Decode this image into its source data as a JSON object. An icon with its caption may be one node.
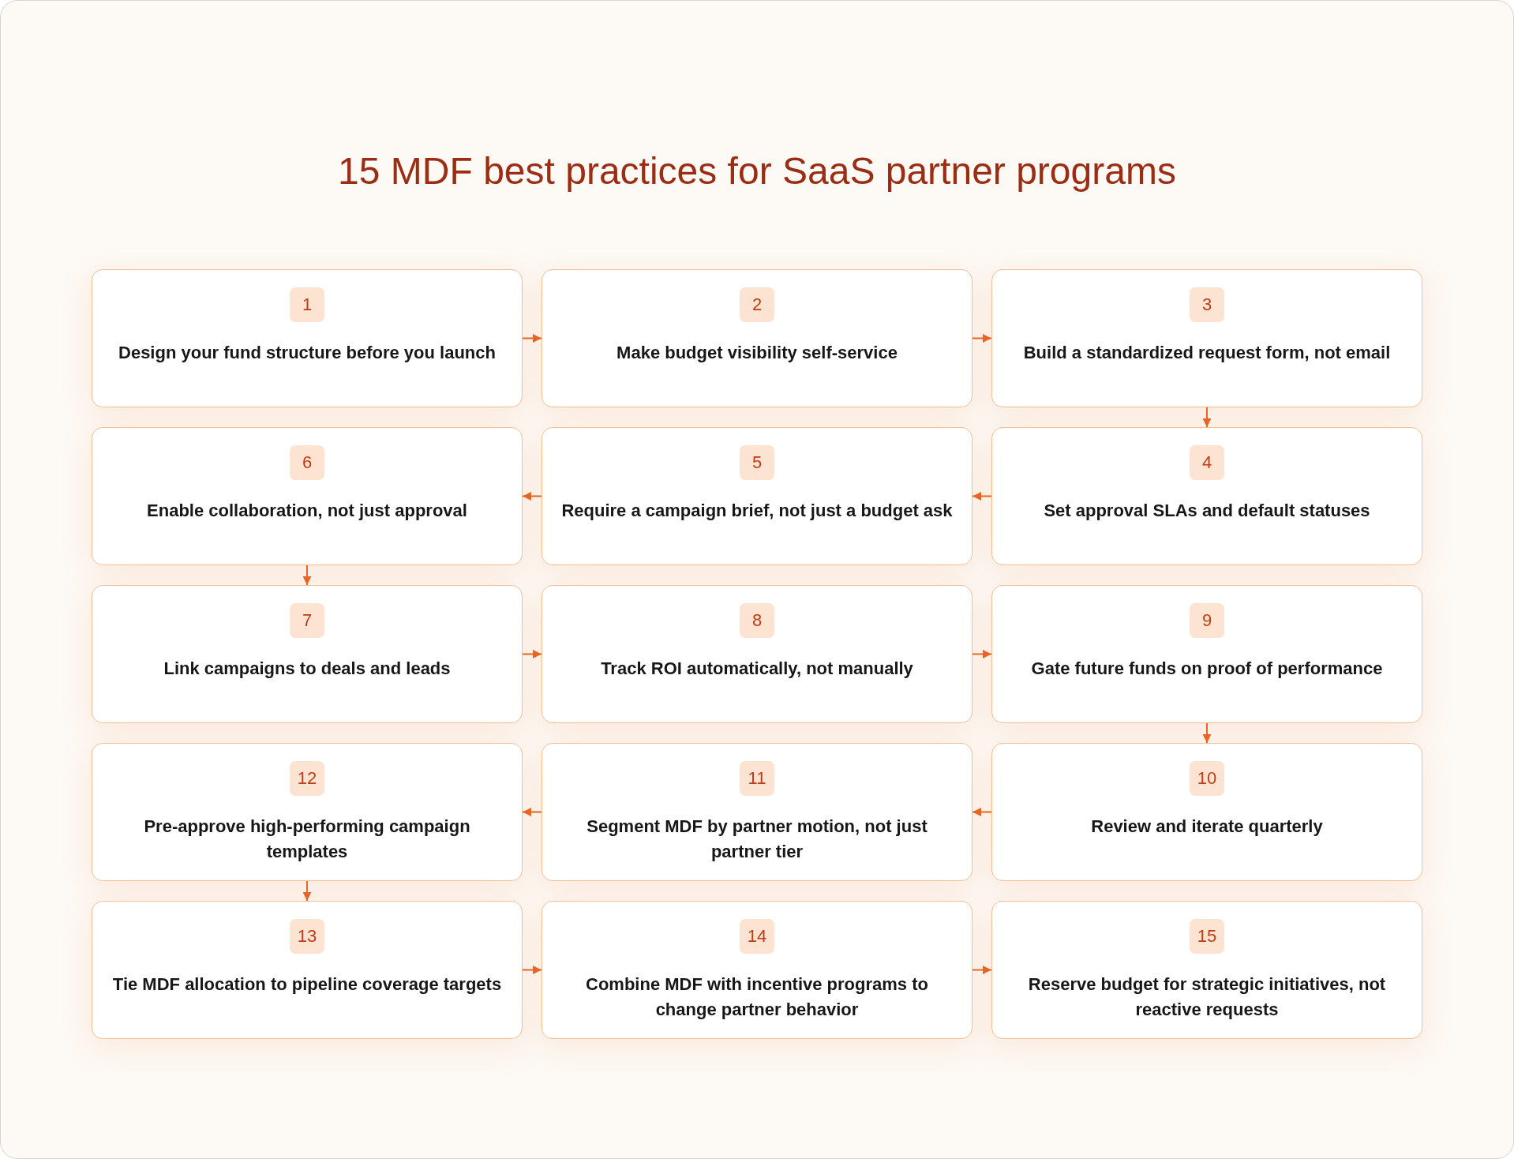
{
  "diagram": {
    "title": "15 MDF best practices for SaaS partner programs",
    "nodes": [
      {
        "text": [
          "1",
          "Design your fund structure before you launch"
        ]
      },
      {
        "text": [
          "2",
          "Make budget visibility self-service"
        ]
      },
      {
        "text": [
          "3",
          "Build a standardized request form, not email"
        ]
      },
      {
        "text": [
          "4",
          "Set approval SLAs and default statuses"
        ]
      },
      {
        "text": [
          "5",
          "Require a campaign brief, not just a budget ask"
        ]
      },
      {
        "text": [
          "6",
          "Enable collaboration, not just approval"
        ]
      },
      {
        "text": [
          "7",
          "Link campaigns to deals and leads"
        ]
      },
      {
        "text": [
          "8",
          "Track ROI automatically, not manually"
        ]
      },
      {
        "text": [
          "9",
          "Gate future funds on proof of performance"
        ]
      },
      {
        "text": [
          "10",
          "Review and iterate quarterly"
        ]
      },
      {
        "text": [
          "11",
          "Segment MDF by partner motion, not just partner tier"
        ]
      },
      {
        "text": [
          "12",
          "Pre-approve high-performing campaign templates"
        ]
      },
      {
        "text": [
          "13",
          "Tie MDF allocation to pipeline coverage targets"
        ]
      },
      {
        "text": [
          "14",
          "Combine MDF with incentive programs to change partner behavior"
        ]
      },
      {
        "text": [
          "15",
          "Reserve budget for strategic initiatives, not reactive requests"
        ]
      }
    ],
    "edges": [
      {
        "from": 0,
        "to": 1,
        "arrow": "to"
      },
      {
        "from": 1,
        "to": 2,
        "arrow": "to"
      },
      {
        "from": 2,
        "to": 3,
        "arrow": "to"
      },
      {
        "from": 3,
        "to": 4,
        "arrow": "to"
      },
      {
        "from": 4,
        "to": 5,
        "arrow": "to"
      },
      {
        "from": 5,
        "to": 6,
        "arrow": "to"
      },
      {
        "from": 6,
        "to": 7,
        "arrow": "to"
      },
      {
        "from": 7,
        "to": 8,
        "arrow": "to"
      },
      {
        "from": 8,
        "to": 9,
        "arrow": "to"
      },
      {
        "from": 9,
        "to": 10,
        "arrow": "to"
      },
      {
        "from": 10,
        "to": 11,
        "arrow": "to"
      },
      {
        "from": 11,
        "to": 12,
        "arrow": "to"
      },
      {
        "from": 12,
        "to": 13,
        "arrow": "to"
      },
      {
        "from": 13,
        "to": 14,
        "arrow": "to"
      }
    ]
  }
}
